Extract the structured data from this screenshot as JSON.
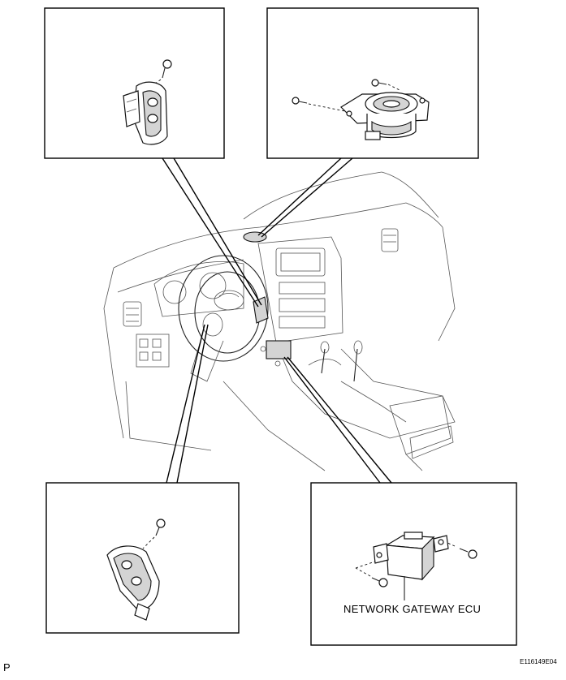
{
  "labels": {
    "ecu_label": "NETWORK GATEWAY ECU",
    "figure_code": "E116149E04",
    "page_mark": "P"
  }
}
